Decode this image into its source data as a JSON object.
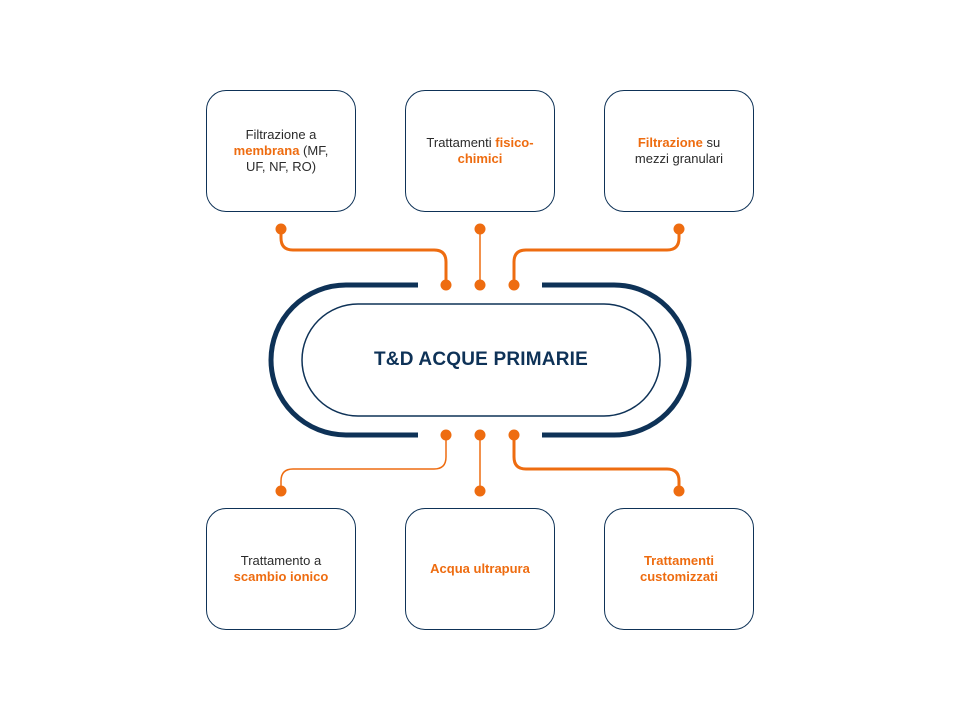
{
  "center": {
    "title": "T&D ACQUE PRIMARIE"
  },
  "boxes": {
    "top_left": {
      "pre": "Filtrazione a ",
      "highlight": "membrana",
      "post": " (MF, UF, NF, RO)"
    },
    "top_center": {
      "pre": "Trattamenti ",
      "highlight": "fisico-chimici",
      "post": ""
    },
    "top_right": {
      "pre": "",
      "highlight": "Filtrazione",
      "post": " su mezzi granulari"
    },
    "bottom_left": {
      "pre": "Trattamento a ",
      "highlight": "scambio ionico",
      "post": ""
    },
    "bottom_center": {
      "pre": "",
      "highlight": "Acqua ultrapura",
      "post": ""
    },
    "bottom_right": {
      "pre": "",
      "highlight": "Trattamenti customizzati",
      "post": ""
    }
  },
  "colors": {
    "navy": "#0e3257",
    "orange": "#ee6c10",
    "text": "#2b2b2b"
  }
}
